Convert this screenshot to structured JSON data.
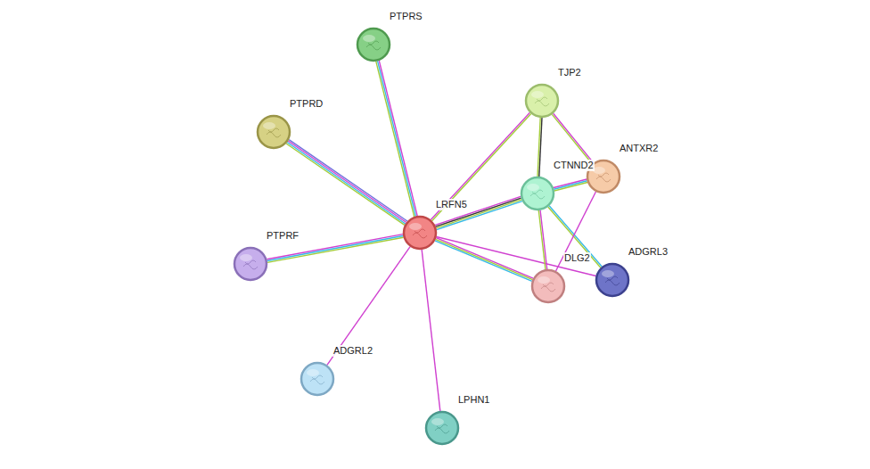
{
  "diagram": {
    "nodes": [
      {
        "text": [
          "PTPRS"
        ]
      },
      {
        "text": [
          "TJP2"
        ]
      },
      {
        "text": [
          "PTPRD"
        ]
      },
      {
        "text": [
          "ANTXR2"
        ]
      },
      {
        "text": [
          "CTNND2"
        ]
      },
      {
        "text": [
          "LRFN5"
        ]
      },
      {
        "text": [
          "PTPRF"
        ]
      },
      {
        "text": [
          "ADGRL3"
        ]
      },
      {
        "text": [
          "DLG2"
        ]
      },
      {
        "text": [
          "ADGRL2"
        ]
      },
      {
        "text": [
          "LPHN1"
        ]
      }
    ],
    "edges": [
      {
        "from": 5,
        "to": 0,
        "arrow": "none"
      },
      {
        "from": 5,
        "to": 2,
        "arrow": "none"
      },
      {
        "from": 5,
        "to": 6,
        "arrow": "none"
      },
      {
        "from": 5,
        "to": 1,
        "arrow": "none"
      },
      {
        "from": 5,
        "to": 4,
        "arrow": "none"
      },
      {
        "from": 5,
        "to": 8,
        "arrow": "none"
      },
      {
        "from": 5,
        "to": 7,
        "arrow": "none"
      },
      {
        "from": 5,
        "to": 9,
        "arrow": "none"
      },
      {
        "from": 5,
        "to": 10,
        "arrow": "none"
      },
      {
        "from": 1,
        "to": 4,
        "arrow": "none"
      },
      {
        "from": 1,
        "to": 3,
        "arrow": "none"
      },
      {
        "from": 4,
        "to": 3,
        "arrow": "none"
      },
      {
        "from": 4,
        "to": 8,
        "arrow": "none"
      },
      {
        "from": 4,
        "to": 7,
        "arrow": "none"
      },
      {
        "from": 3,
        "to": 8,
        "arrow": "none"
      }
    ]
  }
}
